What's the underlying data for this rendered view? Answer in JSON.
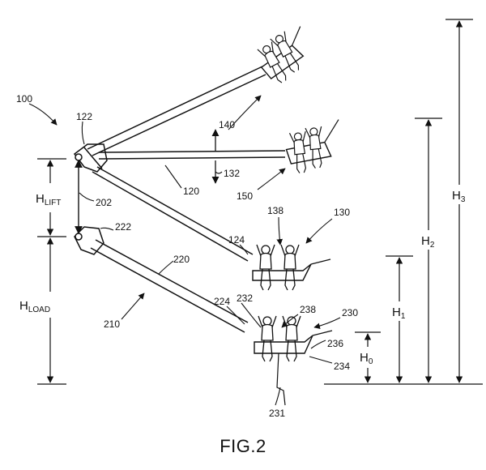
{
  "figure": {
    "caption": "FIG.2",
    "refs": {
      "r100": "100",
      "r122": "122",
      "r140": "140",
      "r132": "132",
      "r120": "120",
      "r150": "150",
      "r202": "202",
      "r222": "222",
      "r124": "124",
      "r138": "138",
      "r130": "130",
      "r220": "220",
      "r210": "210",
      "r224": "224",
      "r232": "232",
      "r238": "238",
      "r230": "230",
      "r236": "236",
      "r234": "234",
      "r231": "231"
    },
    "dimensions": {
      "h_lift": {
        "main": "H",
        "sub": "LIFT"
      },
      "h_load": {
        "main": "H",
        "sub": "LOAD"
      },
      "h0": {
        "main": "H",
        "sub": "0"
      },
      "h1": {
        "main": "H",
        "sub": "1"
      },
      "h2": {
        "main": "H",
        "sub": "2"
      },
      "h3": {
        "main": "H",
        "sub": "3"
      }
    }
  }
}
